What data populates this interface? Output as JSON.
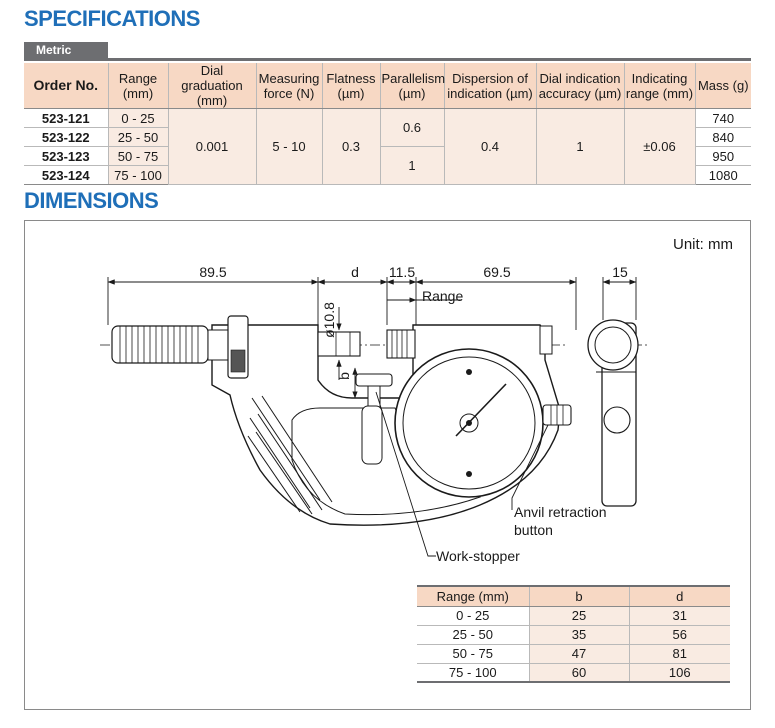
{
  "headings": {
    "specifications": "SPECIFICATIONS",
    "metric": "Metric",
    "dimensions": "DIMENSIONS",
    "unit": "Unit: mm"
  },
  "spec_table": {
    "headers": {
      "order_no": "Order No.",
      "range": [
        "Range",
        "(mm)"
      ],
      "dial_graduation": [
        "Dial graduation",
        "(mm)"
      ],
      "measuring_force": [
        "Measuring",
        "force (N)"
      ],
      "flatness": [
        "Flatness",
        "(µm)"
      ],
      "parallelism": [
        "Parallelism",
        "(µm)"
      ],
      "dispersion": [
        "Dispersion of",
        "indication (µm)"
      ],
      "dial_accuracy": [
        "Dial indication",
        "accuracy (µm)"
      ],
      "indicating_range": [
        "Indicating",
        "range (mm)"
      ],
      "mass": "Mass (g)"
    },
    "rows": [
      {
        "order": "523-121",
        "range": "0 - 25",
        "mass": "740"
      },
      {
        "order": "523-122",
        "range": "25 - 50",
        "mass": "840"
      },
      {
        "order": "523-123",
        "range": "50 - 75",
        "mass": "950"
      },
      {
        "order": "523-124",
        "range": "75 - 100",
        "mass": "1080"
      }
    ],
    "shared": {
      "dial_graduation": "0.001",
      "measuring_force": "5 - 10",
      "flatness": "0.3",
      "parallelism_a": "0.6",
      "parallelism_b": "1",
      "dispersion": "0.4",
      "dial_accuracy": "1",
      "indicating_range": "±0.06"
    }
  },
  "drawing": {
    "dim_89_5": "89.5",
    "dim_d": "d",
    "dim_11_5": "11.5",
    "dim_69_5": "69.5",
    "dim_15": "15",
    "dim_range": "Range",
    "dim_dia": "ø10.8",
    "dim_b": "b",
    "anvil_retraction": [
      "Anvil retraction",
      "button"
    ],
    "work_stopper": "Work-stopper"
  },
  "range_table": {
    "headers": [
      "Range (mm)",
      "b",
      "d"
    ],
    "rows": [
      [
        "0 - 25",
        "25",
        "31"
      ],
      [
        "25 - 50",
        "35",
        "56"
      ],
      [
        "50 - 75",
        "47",
        "81"
      ],
      [
        "75 - 100",
        "60",
        "106"
      ]
    ]
  }
}
